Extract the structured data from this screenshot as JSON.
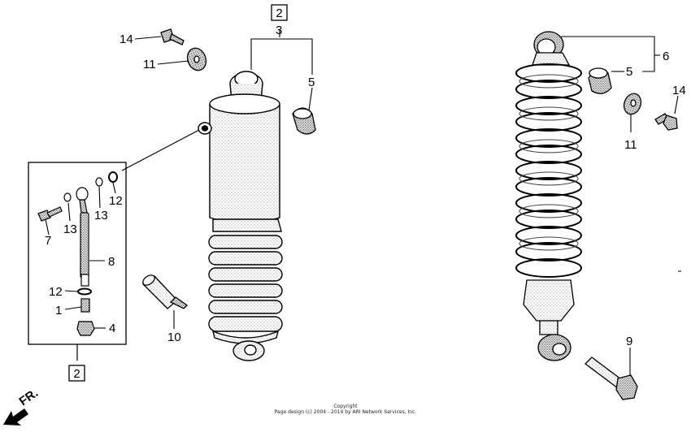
{
  "labels": {
    "ref_box_top": "2",
    "ref_box_bottom": "2",
    "p1": "1",
    "p3": "3",
    "p4": "4",
    "p5_left": "5",
    "p5_right": "5",
    "p6": "6",
    "p7": "7",
    "p8": "8",
    "p9": "9",
    "p10": "10",
    "p11_left": "11",
    "p11_right": "11",
    "p12_upper": "12",
    "p12_lower": "12",
    "p13_left": "13",
    "p13_right": "13",
    "p14_left": "14",
    "p14_right": "14"
  },
  "direction_label": "FR.",
  "copyright": {
    "line1": "Copyright",
    "line2": "Page design (c) 2004 - 2014 by ARI Network Services, Inc."
  }
}
